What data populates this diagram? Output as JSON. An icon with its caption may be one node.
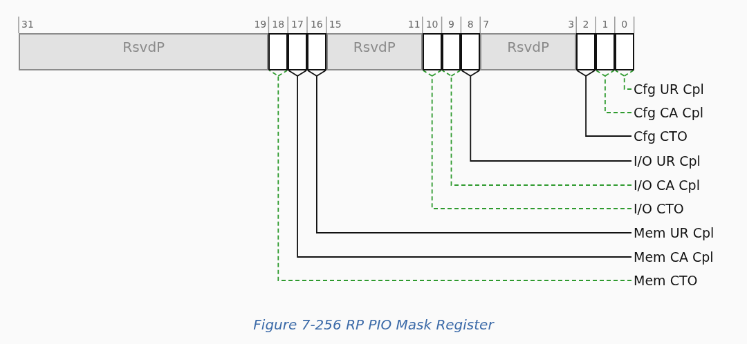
{
  "diagram": {
    "caption": "Figure 7-256 RP PIO Mask Register",
    "nodes": [
      {
        "text": [
          "RsvdP"
        ],
        "beside": [
          "31",
          "19"
        ]
      },
      {
        "text": [],
        "shape": "box",
        "beside": [
          "18"
        ]
      },
      {
        "text": [],
        "shape": "box",
        "beside": [
          "17"
        ]
      },
      {
        "text": [],
        "shape": "box",
        "beside": [
          "16"
        ]
      },
      {
        "text": [
          "RsvdP"
        ],
        "beside": [
          "15",
          "11"
        ]
      },
      {
        "text": [],
        "shape": "box",
        "beside": [
          "10"
        ]
      },
      {
        "text": [],
        "shape": "box",
        "beside": [
          "9"
        ]
      },
      {
        "text": [],
        "shape": "box",
        "beside": [
          "8"
        ]
      },
      {
        "text": [
          "RsvdP"
        ],
        "beside": [
          "7",
          "3"
        ]
      },
      {
        "text": [],
        "shape": "box",
        "beside": [
          "2"
        ]
      },
      {
        "text": [],
        "shape": "box",
        "beside": [
          "1"
        ]
      },
      {
        "text": [],
        "shape": "box",
        "beside": [
          "0"
        ]
      },
      {
        "text": [
          "Cfg UR Cpl"
        ]
      },
      {
        "text": [
          "Cfg CA Cpl"
        ]
      },
      {
        "text": [
          "Cfg CTO"
        ]
      },
      {
        "text": [
          "I/O UR Cpl"
        ]
      },
      {
        "text": [
          "I/O CA Cpl"
        ]
      },
      {
        "text": [
          "I/O CTO"
        ]
      },
      {
        "text": [
          "Mem UR Cpl"
        ]
      },
      {
        "text": [
          "Mem CA Cpl"
        ]
      },
      {
        "text": [
          "Mem CTO"
        ]
      }
    ],
    "edges": [
      {
        "from": 12,
        "to": 11,
        "arrow": "none",
        "style": "dashed"
      },
      {
        "from": 13,
        "to": 10,
        "arrow": "none",
        "style": "dashed"
      },
      {
        "from": 14,
        "to": 9,
        "arrow": "none",
        "color": "#111111"
      },
      {
        "from": 15,
        "to": 7,
        "arrow": "none",
        "color": "#111111"
      },
      {
        "from": 16,
        "to": 6,
        "arrow": "none",
        "style": "dashed"
      },
      {
        "from": 17,
        "to": 5,
        "arrow": "none",
        "style": "dashed"
      },
      {
        "from": 18,
        "to": 3,
        "arrow": "none",
        "color": "#111111"
      },
      {
        "from": 19,
        "to": 2,
        "arrow": "none",
        "color": "#111111"
      },
      {
        "from": 20,
        "to": 1,
        "arrow": "none",
        "style": "dashed"
      }
    ]
  }
}
